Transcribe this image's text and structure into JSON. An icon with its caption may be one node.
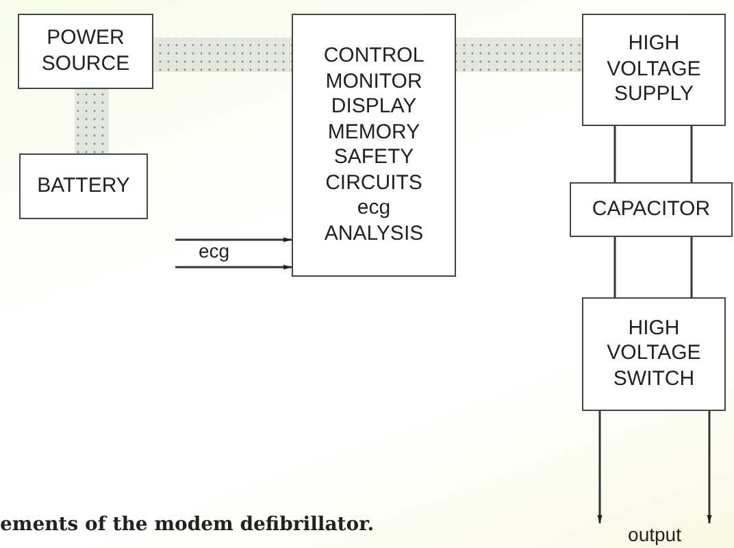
{
  "diagram": {
    "caption": "ements of the modem defibrillator.",
    "nodes": [
      {
        "text": [
          "POWER SOURCE"
        ]
      },
      {
        "text": [
          "BATTERY"
        ]
      },
      {
        "text": [
          "CONTROL MONITOR DISPLAY MEMORY SAFETY CIRCUITS ecg ANALYSIS"
        ]
      },
      {
        "text": [
          "HIGH VOLTAGE SUPPLY"
        ]
      },
      {
        "text": [
          "CAPACITOR"
        ]
      },
      {
        "text": [
          "HIGH VOLTAGE SWITCH"
        ]
      },
      {
        "text": [
          "output"
        ]
      }
    ],
    "edges": [
      {
        "from": 0,
        "to": 1,
        "arrow": "none",
        "style": "thick"
      },
      {
        "from": 0,
        "to": 2,
        "arrow": "none",
        "style": "thick"
      },
      {
        "from": 2,
        "to": 3,
        "arrow": "none",
        "style": "thick"
      },
      {
        "from": null,
        "to": 2,
        "arrow": "to"
      },
      {
        "from": null,
        "to": 2,
        "arrow": "to"
      },
      {
        "from": 3,
        "to": 4,
        "arrow": "none"
      },
      {
        "from": 3,
        "to": 4,
        "arrow": "none"
      },
      {
        "from": 4,
        "to": 5,
        "arrow": "none"
      },
      {
        "from": 4,
        "to": 5,
        "arrow": "none"
      },
      {
        "from": 5,
        "to": 6,
        "arrow": "to"
      },
      {
        "from": 5,
        "to": 6,
        "arrow": "to"
      }
    ],
    "labels": [
      "ecg"
    ]
  }
}
